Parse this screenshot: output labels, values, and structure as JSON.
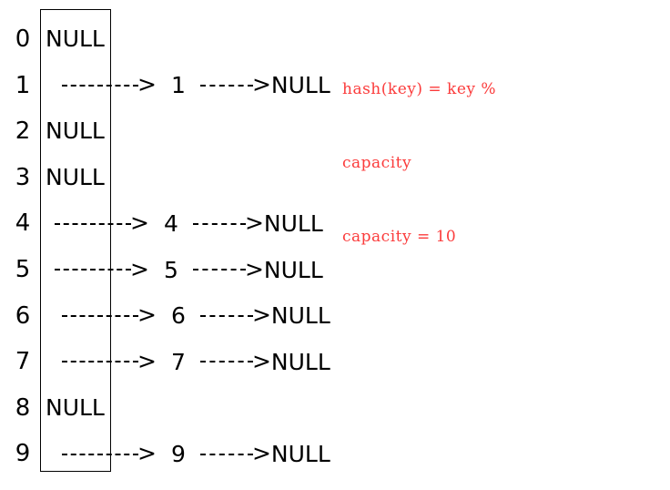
{
  "diagram": {
    "title": "hash-table-separate-chaining",
    "colors": {
      "text": "#000000",
      "annotation": "#fb3b3b",
      "border": "#000000",
      "background": "#ffffff"
    },
    "capacity": 10,
    "null_label": "NULL",
    "arrow_head": ">",
    "buckets": [
      {
        "index": "0",
        "empty": true,
        "null_label": "NULL",
        "key": "",
        "tail": "NULL",
        "indent": false
      },
      {
        "index": "1",
        "empty": false,
        "null_label": "NULL",
        "key": "1",
        "tail": "NULL",
        "indent": true
      },
      {
        "index": "2",
        "empty": true,
        "null_label": "NULL",
        "key": "",
        "tail": "NULL",
        "indent": false
      },
      {
        "index": "3",
        "empty": true,
        "null_label": "NULL",
        "key": "",
        "tail": "NULL",
        "indent": false
      },
      {
        "index": "4",
        "empty": false,
        "null_label": "NULL",
        "key": "4",
        "tail": "NULL",
        "indent": false
      },
      {
        "index": "5",
        "empty": false,
        "null_label": "NULL",
        "key": "5",
        "tail": "NULL",
        "indent": false
      },
      {
        "index": "6",
        "empty": false,
        "null_label": "NULL",
        "key": "6",
        "tail": "NULL",
        "indent": true
      },
      {
        "index": "7",
        "empty": false,
        "null_label": "NULL",
        "key": "7",
        "tail": "NULL",
        "indent": true
      },
      {
        "index": "8",
        "empty": true,
        "null_label": "NULL",
        "key": "",
        "tail": "NULL",
        "indent": false
      },
      {
        "index": "9",
        "empty": false,
        "null_label": "NULL",
        "key": "9",
        "tail": "NULL",
        "indent": true
      }
    ]
  },
  "annotation": {
    "line1": "hash(key) = key %",
    "line2": "capacity",
    "line3": "capacity = 10"
  }
}
